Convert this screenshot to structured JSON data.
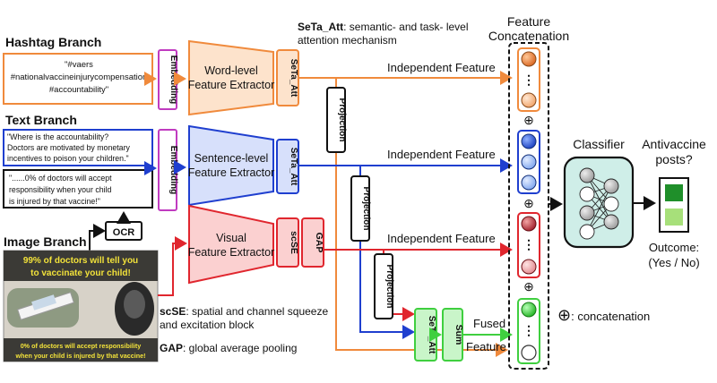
{
  "branches": {
    "hashtag": {
      "title": "Hashtag Branch",
      "input_lines": [
        "\"#vaers",
        "#nationalvaccineinjurycompensation",
        "#accountability\""
      ],
      "embedding": "Embedding",
      "extractor_lines": [
        "Word-level",
        "Feature Extractor"
      ],
      "attention": "SeTa_Att",
      "feature_label": "Independent Feature"
    },
    "text": {
      "title": "Text Branch",
      "input1_lines": [
        "\"Where is the accountability?",
        "Doctors are motivated by monetary",
        "incentives to poison your children.\""
      ],
      "input2_lines": [
        "\"......0% of doctors will accept",
        "responsibility when your child",
        "is injured by that vaccine!\""
      ],
      "ocr": "OCR",
      "embedding": "Embedding",
      "extractor_lines": [
        "Sentence-level",
        "Feature Extractor"
      ],
      "attention": "SeTa_Att",
      "feature_label": "Independent Feature"
    },
    "image": {
      "title": "Image Branch",
      "caption_top": [
        "99% of doctors will tell you",
        "to vaccinate your child!"
      ],
      "caption_bottom": [
        "0% of doctors will accept responsibility",
        "when your child is injured by that vaccine!"
      ],
      "extractor_lines": [
        "Visual",
        "Feature Extractor"
      ],
      "scse": "scSE",
      "gap": "GAP",
      "feature_label": "Independent Feature"
    }
  },
  "projection_label": "Projection",
  "fusion": {
    "attention": "SeTa_Att",
    "sum": "Sum",
    "label_lines": [
      "Fused",
      "Feature"
    ]
  },
  "concat": {
    "title_lines": [
      "Feature",
      "Concatenation"
    ],
    "dots": "⋮"
  },
  "classifier": {
    "title": "Classifier",
    "question_lines": [
      "Antivaccine",
      "posts?"
    ],
    "outcome_lines": [
      "Outcome:",
      "(Yes / No)"
    ]
  },
  "legend": {
    "seta_term": "SeTa_Att",
    "seta_desc_1": ": semantic- and task- level",
    "seta_desc_2": "attention mechanism",
    "scse_term": "scSE",
    "scse_desc_1": ": spatial and channel squeeze",
    "scse_desc_2": "and excitation block",
    "gap_term": "GAP",
    "gap_desc": ": global average pooling",
    "concat_symbol": "⊕",
    "concat_desc": ": concatenation"
  },
  "colors": {
    "hashtag": "#f08a3c",
    "hashtag_fill": "#fde3cc",
    "text": "#1f3fcf",
    "text_fill": "#d7e0fb",
    "image": "#e0262e",
    "image_fill": "#fbd0d0",
    "fused": "#3fcf3f",
    "fused_fill": "#c9f5c9",
    "classifier_fill": "#cfeee8",
    "embed": "#c03bc0"
  }
}
